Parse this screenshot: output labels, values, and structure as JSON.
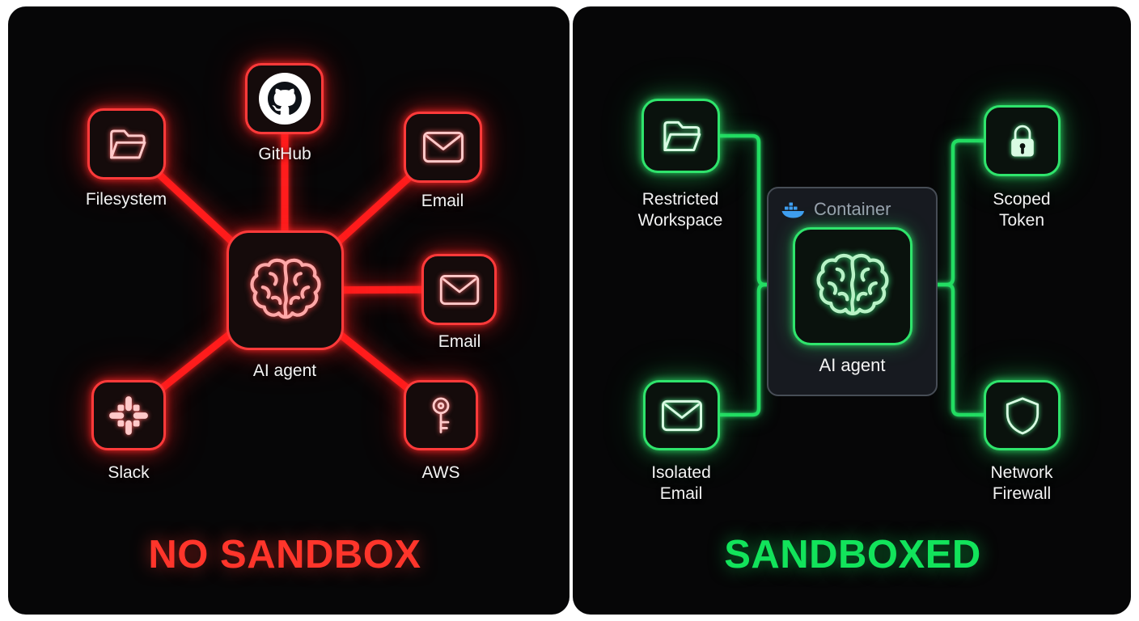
{
  "left_panel": {
    "title": "NO SANDBOX",
    "title_color": "#ff352b",
    "accent_color": "#ff1d1d",
    "center_node": {
      "label": "AI agent",
      "icon": "brain-icon"
    },
    "nodes": [
      {
        "id": "filesystem",
        "label": "Filesystem",
        "icon": "folder-icon"
      },
      {
        "id": "github",
        "label": "GitHub",
        "icon": "github-icon"
      },
      {
        "id": "email-top",
        "label": "Email",
        "icon": "envelope-icon"
      },
      {
        "id": "email-right",
        "label": "Email",
        "icon": "envelope-icon"
      },
      {
        "id": "slack",
        "label": "Slack",
        "icon": "slack-icon"
      },
      {
        "id": "aws",
        "label": "AWS",
        "icon": "key-icon"
      }
    ]
  },
  "right_panel": {
    "title": "SANDBOXED",
    "title_color": "#12e35b",
    "accent_color": "#23dd63",
    "container": {
      "label": "Container",
      "icon": "docker-icon",
      "docker_color": "#3f9ef0",
      "agent": {
        "label": "AI agent",
        "icon": "brain-icon"
      }
    },
    "nodes": [
      {
        "id": "restricted-workspace",
        "label": "Restricted Workspace",
        "icon": "folder-icon"
      },
      {
        "id": "scoped-token",
        "label": "Scoped Token",
        "icon": "lock-icon"
      },
      {
        "id": "isolated-email",
        "label": "Isolated Email",
        "icon": "envelope-icon"
      },
      {
        "id": "network-firewall",
        "label": "Network Firewall",
        "icon": "shield-icon"
      }
    ]
  }
}
